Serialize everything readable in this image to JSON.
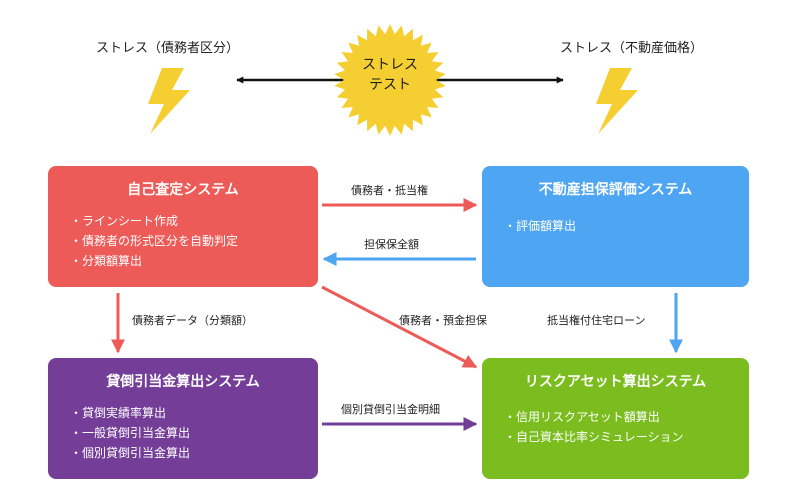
{
  "stress_left": "ストレス（債務者区分）",
  "stress_right": "ストレス（不動産価格）",
  "stress_test": {
    "line1": "ストレス",
    "line2": "テスト"
  },
  "systems": {
    "self_assessment": {
      "title": "自己査定システム",
      "items": [
        "・ラインシート作成",
        "・債務者の形式区分を自動判定",
        "・分類額算出"
      ],
      "color": "#ec5b57"
    },
    "real_estate": {
      "title": "不動産担保評価システム",
      "items": [
        "・評価額算出"
      ],
      "color": "#4ea5f2"
    },
    "loan_loss": {
      "title": "貸倒引当金算出システム",
      "items": [
        "・貸倒実績率算出",
        "・一般貸倒引当金算出",
        "・個別貸倒引当金算出"
      ],
      "color": "#733d98"
    },
    "risk_asset": {
      "title": "リスクアセット算出システム",
      "items": [
        "・信用リスクアセット額算出",
        "・自己資本比率シミュレーション"
      ],
      "color": "#7bbd1f"
    }
  },
  "arrows": {
    "debtor_collateral_right": "債務者・抵当権",
    "collateral_total_left": "担保保全額",
    "debtor_data_down": "債務者データ（分類額）",
    "debtor_deposit_diag": "債務者・預金担保",
    "mortgage_loan_down": "抵当権付住宅ローン",
    "individual_loan_right": "個別貸倒引当金明細"
  },
  "colors": {
    "bolt": "#f5cf32",
    "burst": "#f5cf32",
    "black_arrow": "#111111",
    "red_arrow": "#ec5b57",
    "blue_arrow": "#4ea5f2",
    "purple_arrow": "#733d98"
  }
}
